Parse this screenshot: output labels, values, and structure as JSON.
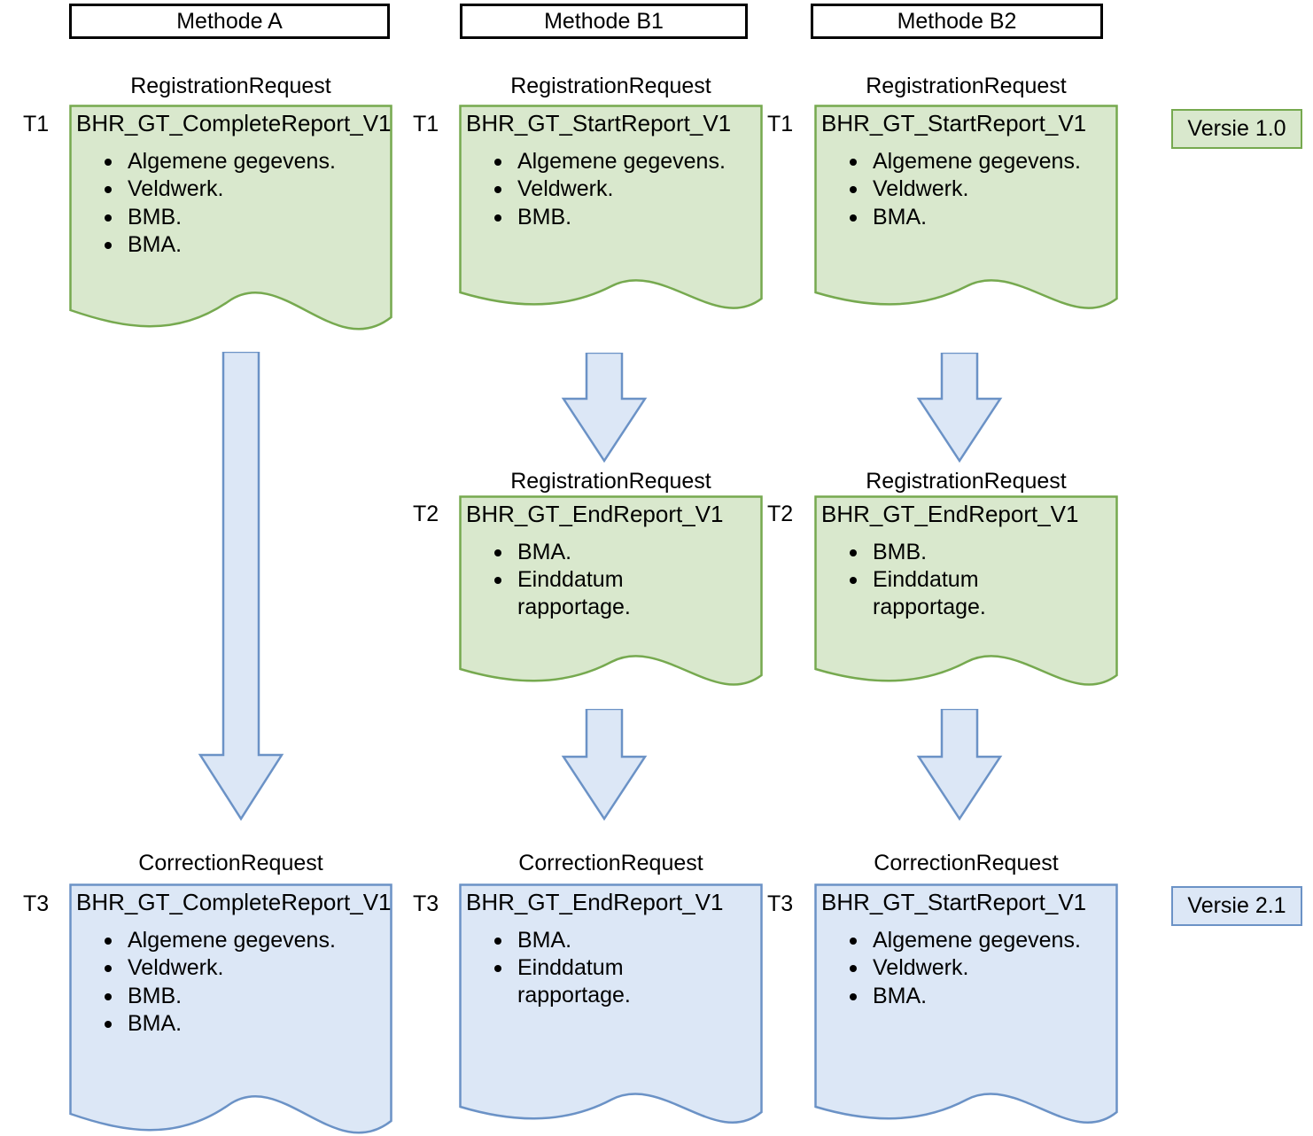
{
  "colors": {
    "green_fill": "#d9e8cd",
    "green_stroke": "#76a94f",
    "blue_fill": "#dce7f6",
    "blue_stroke": "#6b92c6",
    "header_border": "#000000",
    "text": "#000000"
  },
  "headers": [
    {
      "label": "Methode A"
    },
    {
      "label": "Methode B1"
    },
    {
      "label": "Methode B2"
    }
  ],
  "legend": [
    {
      "label": "Versie 1.0",
      "variant": "green"
    },
    {
      "label": "Versie 2.1",
      "variant": "blue"
    }
  ],
  "documents": [
    {
      "id": "a-t1",
      "caption": "RegistrationRequest",
      "title": "BHR_GT_CompleteReport_V1",
      "time_label_left": "T1",
      "time_label_right": "",
      "variant": "green",
      "items": [
        "Algemene gegevens.",
        "Veldwerk.",
        "BMB.",
        "BMA."
      ]
    },
    {
      "id": "b1-t1",
      "caption": "RegistrationRequest",
      "title": "BHR_GT_StartReport_V1",
      "time_label_left": "T1",
      "time_label_right": "T1",
      "variant": "green",
      "items": [
        "Algemene gegevens.",
        "Veldwerk.",
        "BMB."
      ]
    },
    {
      "id": "b2-t1",
      "caption": "RegistrationRequest",
      "title": "BHR_GT_StartReport_V1",
      "time_label_left": "",
      "time_label_right": "",
      "variant": "green",
      "items": [
        "Algemene gegevens.",
        "Veldwerk.",
        "BMA."
      ]
    },
    {
      "id": "b1-t2",
      "caption": "RegistrationRequest",
      "title": "BHR_GT_EndReport_V1",
      "time_label_left": "T2",
      "time_label_right": "T2",
      "variant": "green",
      "items": [
        "BMA.",
        "Einddatum rapportage."
      ]
    },
    {
      "id": "b2-t2",
      "caption": "RegistrationRequest",
      "title": "BHR_GT_EndReport_V1",
      "time_label_left": "",
      "time_label_right": "",
      "variant": "green",
      "items": [
        "BMB.",
        "Einddatum rapportage."
      ]
    },
    {
      "id": "a-t3",
      "caption": "CorrectionRequest",
      "title": "BHR_GT_CompleteReport_V1",
      "time_label_left": "T3",
      "time_label_right": "",
      "variant": "blue",
      "items": [
        "Algemene gegevens.",
        "Veldwerk.",
        "BMB.",
        "BMA."
      ]
    },
    {
      "id": "b1-t3",
      "caption": "CorrectionRequest",
      "title": "BHR_GT_EndReport_V1",
      "time_label_left": "T3",
      "time_label_right": "T3",
      "variant": "blue",
      "items": [
        "BMA.",
        "Einddatum rapportage."
      ]
    },
    {
      "id": "b2-t3",
      "caption": "CorrectionRequest",
      "title": "BHR_GT_StartReport_V1",
      "time_label_left": "",
      "time_label_right": "",
      "variant": "blue",
      "items": [
        "Algemene gegevens.",
        "Veldwerk.",
        "BMA."
      ]
    }
  ],
  "arrows": [
    {
      "id": "arrow-a-t1-to-t3"
    },
    {
      "id": "arrow-b1-t1-to-t2"
    },
    {
      "id": "arrow-b2-t1-to-t2"
    },
    {
      "id": "arrow-b1-t2-to-t3"
    },
    {
      "id": "arrow-b2-t2-to-t3"
    }
  ]
}
